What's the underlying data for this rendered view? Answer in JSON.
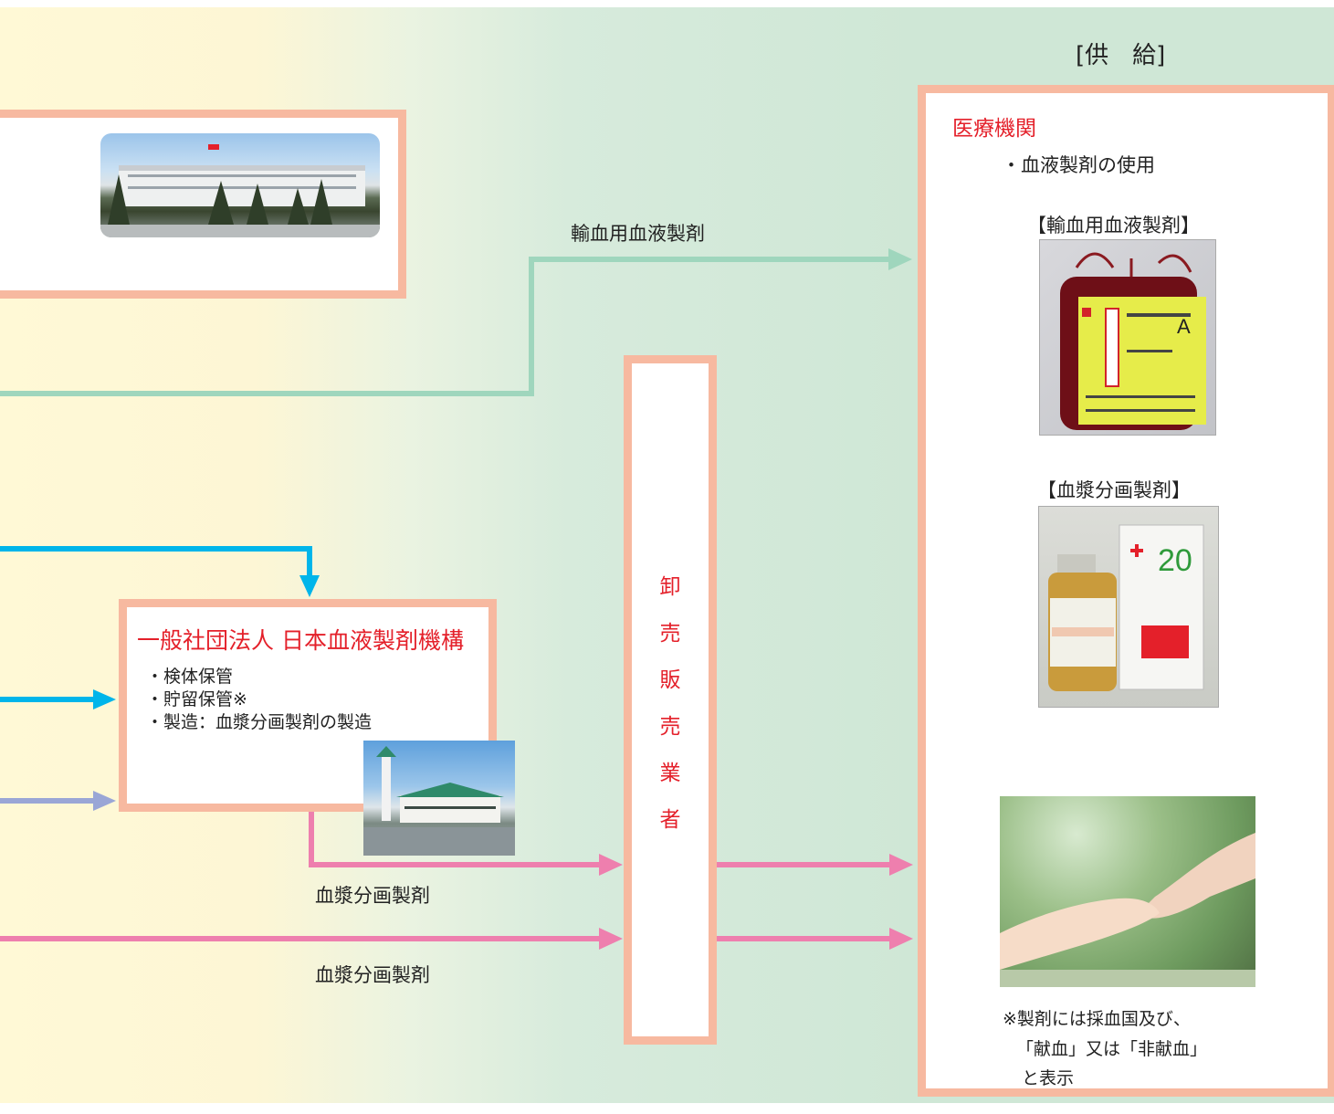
{
  "supply_header": "[供　給]",
  "medical": {
    "title": "医療機関",
    "usage": "・血液製剤の使用",
    "transfusion_label": "【輸血用血液製剤】",
    "plasma_label": "【血漿分画製剤】",
    "note_lines": [
      "※製剤には採血国及び、",
      "「献血」又は「非献血」",
      "と表示"
    ]
  },
  "jbpo": {
    "title": "一般社団法人 日本血液製剤機構",
    "items": [
      "・検体保管",
      "・貯留保管※",
      "・製造：血漿分画製剤の製造"
    ]
  },
  "wholesaler": {
    "chars": [
      "卸",
      "売",
      "販",
      "売",
      "業",
      "者"
    ]
  },
  "flows": {
    "transfusion": "輸血用血液製剤",
    "plasma_1": "血漿分画製剤",
    "plasma_2": "血漿分画製剤"
  },
  "colors": {
    "box_border": "#f7b9a0",
    "green_arrow": "#9fd6bd",
    "blue_arrow": "#00b5ea",
    "purple_arrow": "#9aa6d6",
    "pink_arrow": "#ee7fae",
    "title_red": "#e4202a"
  }
}
